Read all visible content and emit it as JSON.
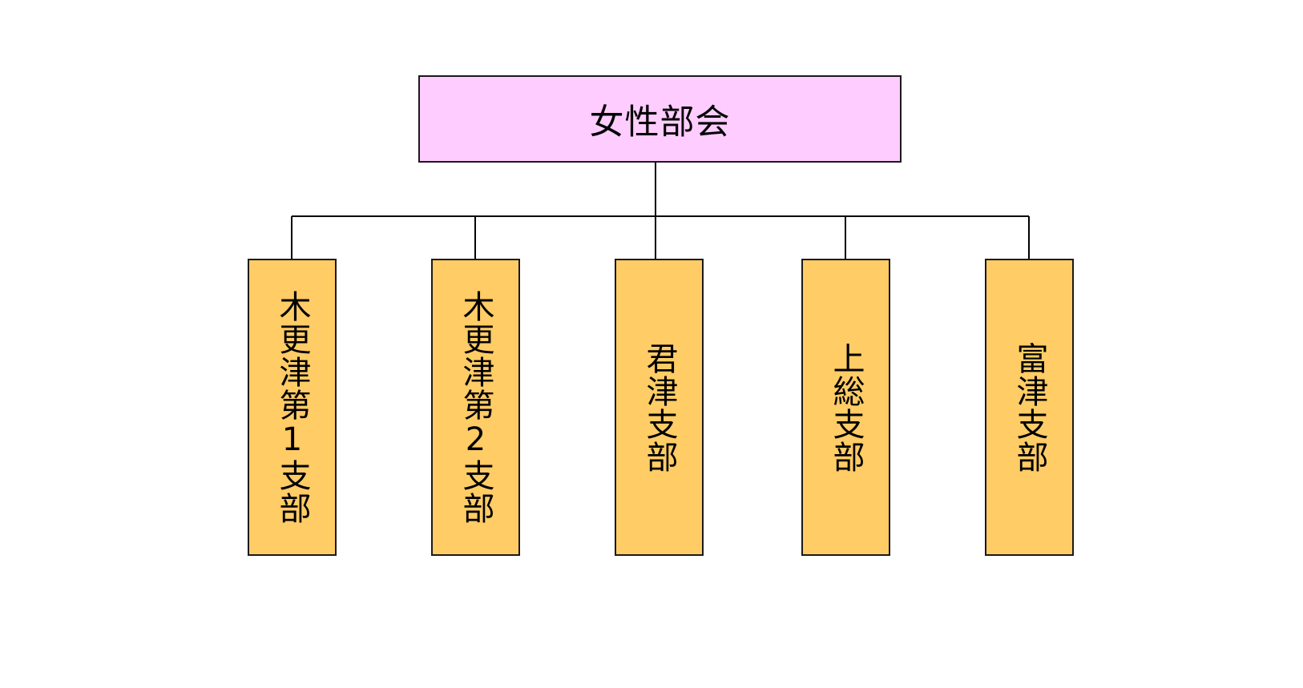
{
  "diagram": {
    "root": {
      "label": "女性部会",
      "fill_color": "#ffccff"
    },
    "branches": [
      {
        "label": "木更津第1支部"
      },
      {
        "label": "木更津第2支部"
      },
      {
        "label": "君津支部"
      },
      {
        "label": "上総支部"
      },
      {
        "label": "富津支部"
      }
    ],
    "branch_fill_color": "#ffcc66",
    "connector_color": "#000000"
  }
}
